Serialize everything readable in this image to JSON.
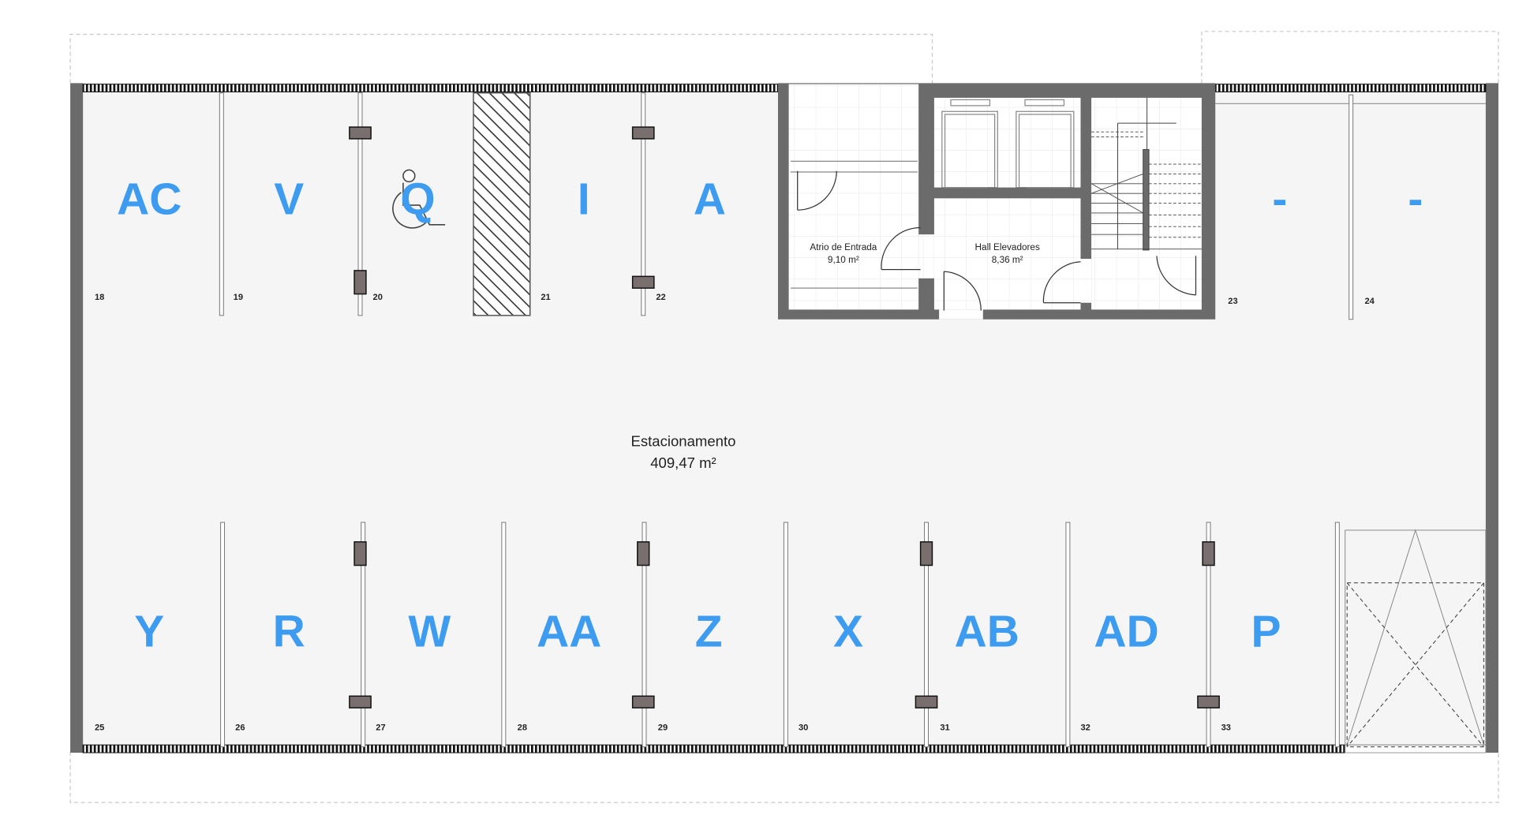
{
  "plan": {
    "main_area": {
      "name": "Estacionamento",
      "area": "409,47 m²"
    },
    "rooms": [
      {
        "name": "Atrio de Entrada",
        "area": "9,10 m²"
      },
      {
        "name": "Hall Elevadores",
        "area": "8,36 m²"
      }
    ],
    "top_spaces": [
      {
        "label": "AC",
        "number": "18"
      },
      {
        "label": "V",
        "number": "19"
      },
      {
        "label": "Q",
        "number": "20",
        "accessible": true
      },
      {
        "label": "",
        "number": "21"
      },
      {
        "label": "I",
        "number": "22"
      },
      {
        "label": "A",
        "number": ""
      },
      {
        "label": "-",
        "number": "23"
      },
      {
        "label": "-",
        "number": "24"
      }
    ],
    "bottom_spaces": [
      {
        "label": "Y",
        "number": "25"
      },
      {
        "label": "R",
        "number": "26"
      },
      {
        "label": "W",
        "number": "27"
      },
      {
        "label": "AA",
        "number": "28"
      },
      {
        "label": "Z",
        "number": "29"
      },
      {
        "label": "X",
        "number": "30"
      },
      {
        "label": "AB",
        "number": "31"
      },
      {
        "label": "AD",
        "number": "32"
      },
      {
        "label": "P",
        "number": "33"
      }
    ],
    "colors": {
      "label": "#3d9bf0",
      "wall": "#6b6b6b",
      "floor": "#f5f5f5"
    }
  }
}
